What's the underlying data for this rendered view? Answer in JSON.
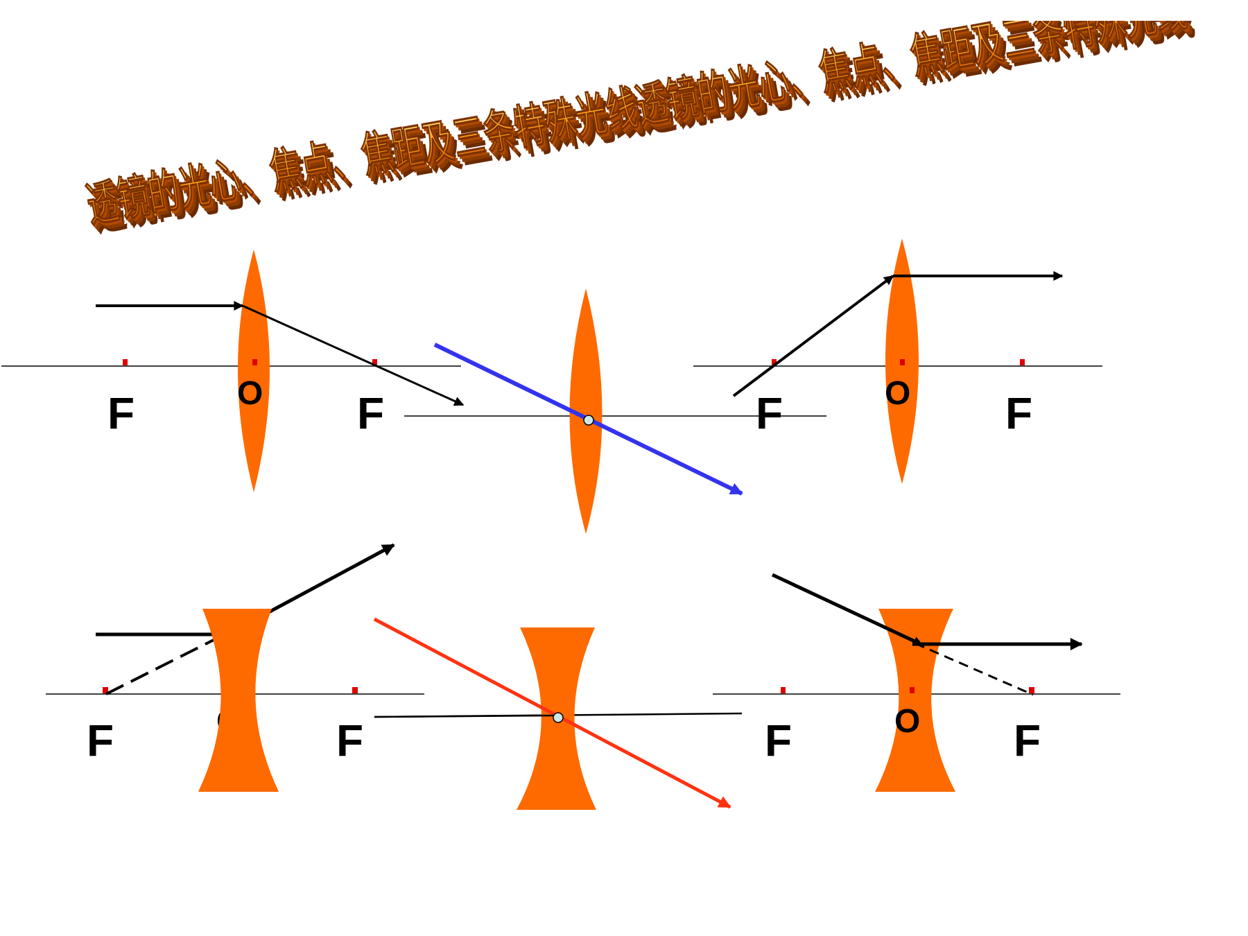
{
  "title": {
    "text": "透镜的光心、焦点、焦距及三条特殊光线透镜的光心、焦点、焦距及三条特殊光线",
    "front_color": "#ff8c00",
    "side_color": "#8b3a00",
    "highlight_color": "#ffd24a"
  },
  "colors": {
    "lens": "#ff6a00",
    "axis": "#000000",
    "focus_marker": "#e00000",
    "ray_black": "#000000",
    "ray_blue": "#3333ee",
    "ray_red": "#ff3311",
    "center_dot": "#cfe6e6"
  },
  "panels": {
    "convex_parallel": {
      "label_f_left": "F",
      "label_o": "O",
      "label_f_right": "F"
    },
    "convex_focus": {
      "label_f_left": "F",
      "label_o": "O",
      "label_f_right": "F"
    },
    "concave_parallel": {
      "label_f_left": "F",
      "label_o": "O",
      "label_f_right": "F"
    },
    "concave_focus": {
      "label_f_left": "F",
      "label_o": "O",
      "label_f_right": "F"
    }
  }
}
